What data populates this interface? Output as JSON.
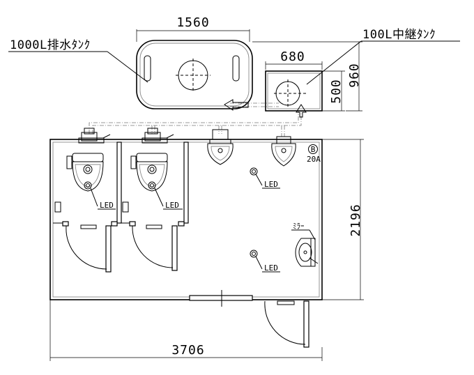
{
  "dimensions": {
    "drain_tank_width": "1560",
    "relay_tank_width": "680",
    "relay_tank_height_inner": "500",
    "relay_tank_height_outer": "960",
    "unit_height": "2196",
    "unit_width": "3706"
  },
  "labels": {
    "drain_tank": "1000L排水ﾀﾝｸ",
    "relay_tank": "100L中継ﾀﾝｸ",
    "breaker_symbol": "B",
    "breaker_rating": "20A",
    "mirror": "ﾐﾗｰ",
    "led": "LED"
  }
}
